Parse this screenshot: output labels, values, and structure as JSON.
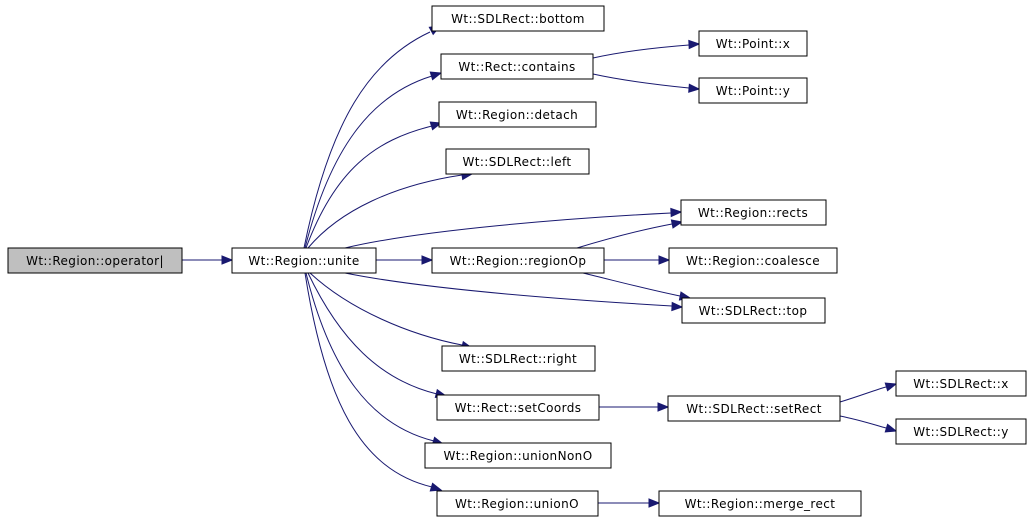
{
  "colors": {
    "edge": "#191970",
    "node_fill": "#ffffff",
    "root_fill": "#bfbfbf",
    "node_border": "#000000"
  },
  "nodes": {
    "operator_or": "Wt::Region::operator|",
    "unite": "Wt::Region::unite",
    "sdlrect_bottom": "Wt::SDLRect::bottom",
    "rect_contains": "Wt::Rect::contains",
    "point_x": "Wt::Point::x",
    "point_y": "Wt::Point::y",
    "region_detach": "Wt::Region::detach",
    "sdlrect_left": "Wt::SDLRect::left",
    "region_rects": "Wt::Region::rects",
    "region_regionop": "Wt::Region::regionOp",
    "region_coalesce": "Wt::Region::coalesce",
    "sdlrect_top": "Wt::SDLRect::top",
    "sdlrect_right": "Wt::SDLRect::right",
    "rect_setcoords": "Wt::Rect::setCoords",
    "sdlrect_setrect": "Wt::SDLRect::setRect",
    "sdlrect_x": "Wt::SDLRect::x",
    "sdlrect_y": "Wt::SDLRect::y",
    "region_unionnono": "Wt::Region::unionNonO",
    "region_uniono": "Wt::Region::unionO",
    "region_merge_rect": "Wt::Region::merge_rect"
  }
}
